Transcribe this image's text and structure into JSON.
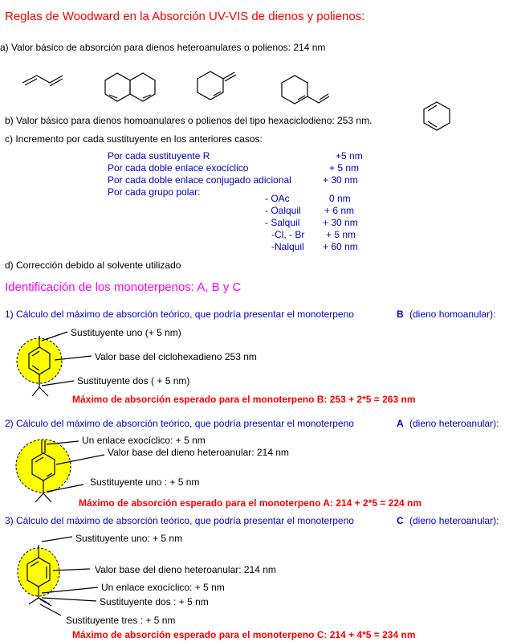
{
  "title": "Reglas de Woodward en la Absorción UV-VIS de dienos y polienos:",
  "rule_a": "a) Valor básico de absorción para dienos heteroanulares o polienos:  214 nm",
  "rule_b": "b) Valor básico para dienos homoanulares o polienos del  tipo hexaciclodieno:  253 nm.",
  "rule_c": "c) Incremento por cada sustituyente en los anteriores casos:",
  "increments": [
    {
      "label": "Por cada sustituyente R",
      "value": "+5 nm"
    },
    {
      "label": "Por cada doble enlace exocíclico",
      "value": "+ 5 nm"
    },
    {
      "label": "Por cada doble enlace conjugado adicional",
      "value": "+ 30 nm"
    },
    {
      "label": "Por cada grupo polar:",
      "value": ""
    }
  ],
  "polar": [
    {
      "label": "- OAc",
      "value": "0 nm"
    },
    {
      "label": "- Oalquil",
      "value": "+ 6 nm"
    },
    {
      "label": "- Salquil",
      "value": "+ 30 nm"
    },
    {
      "label": "-Cl, - Br",
      "value": "+ 5 nm"
    },
    {
      "label": "-Nalquil",
      "value": "+ 60 nm"
    }
  ],
  "rule_d": "d) Corrección debido al solvente utilizado",
  "section_title": "Identificación de los monoterpenos: A, B y C",
  "calc1": {
    "text": "1) Cálculo del máximo de absorción teórico, que podría presentar el monoterpeno",
    "label": "B",
    "type": "(dieno homoanular):",
    "ann1": "Sustituyente uno (+ 5 nm)",
    "ann2": "Valor base del ciclohexadieno 253 nm",
    "ann3": "Sustituyente dos ( + 5 nm)",
    "result": "Máximo de absorción esperado para el monoterpeno B: 253 + 2*5 = 263 nm"
  },
  "calc2": {
    "text": "2) Cálculo del máximo de absorción teórico, que podría presentar el monoterpeno",
    "label": "A",
    "type": "(dieno heteroanular):",
    "ann1": "Un enlace exocíclico:  + 5 nm",
    "ann2": "Valor base del dieno heteroanular:  214 nm",
    "ann3": "Sustituyente uno :   + 5 nm",
    "result": "Máximo de absorción esperado para el monoterpeno A: 214 + 2*5 = 224 nm"
  },
  "calc3": {
    "text": "3) Cálculo del máximo de absorción teórico, que podría presentar el monoterpeno",
    "label": "C",
    "type": "(dieno heteroanular):",
    "ann1": "Sustituyente uno:  + 5 nm",
    "ann2": "Valor base del dieno heteroanular:  214 nm",
    "ann3": "Un enlace exocíclico:  + 5 nm",
    "ann4": "Sustituyente dos :  + 5 nm",
    "ann5": "Sustituyente tres :  + 5 nm",
    "result": "Máximo de absorción esperado para el monoterpeno C: 214 + 4*5 = 234 nm"
  },
  "colors": {
    "title": "#ff0000",
    "blue": "#0000cc",
    "section": "#ff00ff",
    "highlight": "#ffff00"
  }
}
